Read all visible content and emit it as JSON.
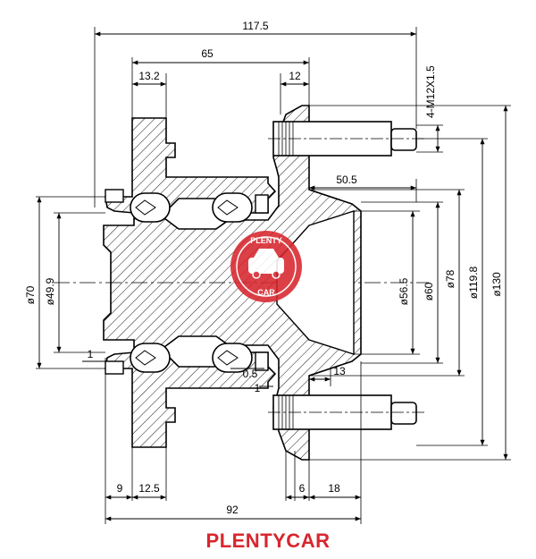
{
  "brand": {
    "name": "PLENTYCAR",
    "color": "#d8262e",
    "logo_text_top": "PLENTY",
    "logo_text_bottom": "CAR"
  },
  "dimensions": {
    "overall_length": "117.5",
    "flange_to_face": "65",
    "ear_width": "13.2",
    "flange_thickness": "12",
    "stud_spec": "4-M12X1.5",
    "stud_length": "50.5",
    "inner_ring_step": "13",
    "seal_offset": "1",
    "gap_small": "0.5",
    "bottom_offset": "1",
    "left_1": "9",
    "left_2": "12.5",
    "bottom_6": "6",
    "bottom_18": "18",
    "bottom_92": "92",
    "dia_70": "ø70",
    "dia_49_9": "ø49.9",
    "dia_56_5": "ø56.5",
    "dia_60": "ø60",
    "dia_78": "ø78",
    "dia_119_8": "ø119.8",
    "dia_130": "ø130"
  },
  "colors": {
    "line": "#000000",
    "hatch": "#000000",
    "background": "#ffffff"
  }
}
